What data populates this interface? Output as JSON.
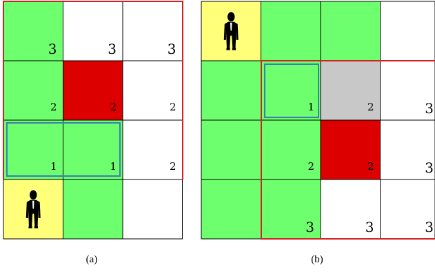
{
  "colors": {
    "green": "#6dff6d",
    "white": "#ffffff",
    "red": "#dd0000",
    "yellow": "#ffff7a",
    "gray": "#c8c8c8",
    "grid_line": "#000000",
    "boundary": "#d42020",
    "highlight_box": "#3a7fb0"
  },
  "figure_a": {
    "caption": "(a)",
    "rows": [
      [
        {
          "fill": "green",
          "label": "3"
        },
        {
          "fill": "white",
          "label": "3"
        },
        {
          "fill": "white",
          "label": "3"
        }
      ],
      [
        {
          "fill": "green",
          "label": "2"
        },
        {
          "fill": "red",
          "label": "2"
        },
        {
          "fill": "white",
          "label": "2"
        }
      ],
      [
        {
          "fill": "green",
          "label": "1"
        },
        {
          "fill": "green",
          "label": "1"
        },
        {
          "fill": "white",
          "label": "2"
        }
      ],
      [
        {
          "fill": "yellow",
          "label": "",
          "icon": "person-icon"
        },
        {
          "fill": "green",
          "label": ""
        },
        {
          "fill": "white",
          "label": ""
        }
      ]
    ]
  },
  "figure_b": {
    "caption": "(b)",
    "rows": [
      [
        {
          "fill": "yellow",
          "label": "",
          "icon": "person-icon"
        },
        {
          "fill": "green",
          "label": ""
        },
        {
          "fill": "green",
          "label": ""
        },
        {
          "fill": "white",
          "label": ""
        }
      ],
      [
        {
          "fill": "green",
          "label": ""
        },
        {
          "fill": "green",
          "label": "1"
        },
        {
          "fill": "gray",
          "label": "2"
        },
        {
          "fill": "white",
          "label": "3"
        }
      ],
      [
        {
          "fill": "green",
          "label": ""
        },
        {
          "fill": "green",
          "label": "2"
        },
        {
          "fill": "red",
          "label": "2"
        },
        {
          "fill": "white",
          "label": "3"
        }
      ],
      [
        {
          "fill": "green",
          "label": ""
        },
        {
          "fill": "green",
          "label": "3"
        },
        {
          "fill": "white",
          "label": "3"
        },
        {
          "fill": "white",
          "label": "3"
        }
      ]
    ]
  }
}
